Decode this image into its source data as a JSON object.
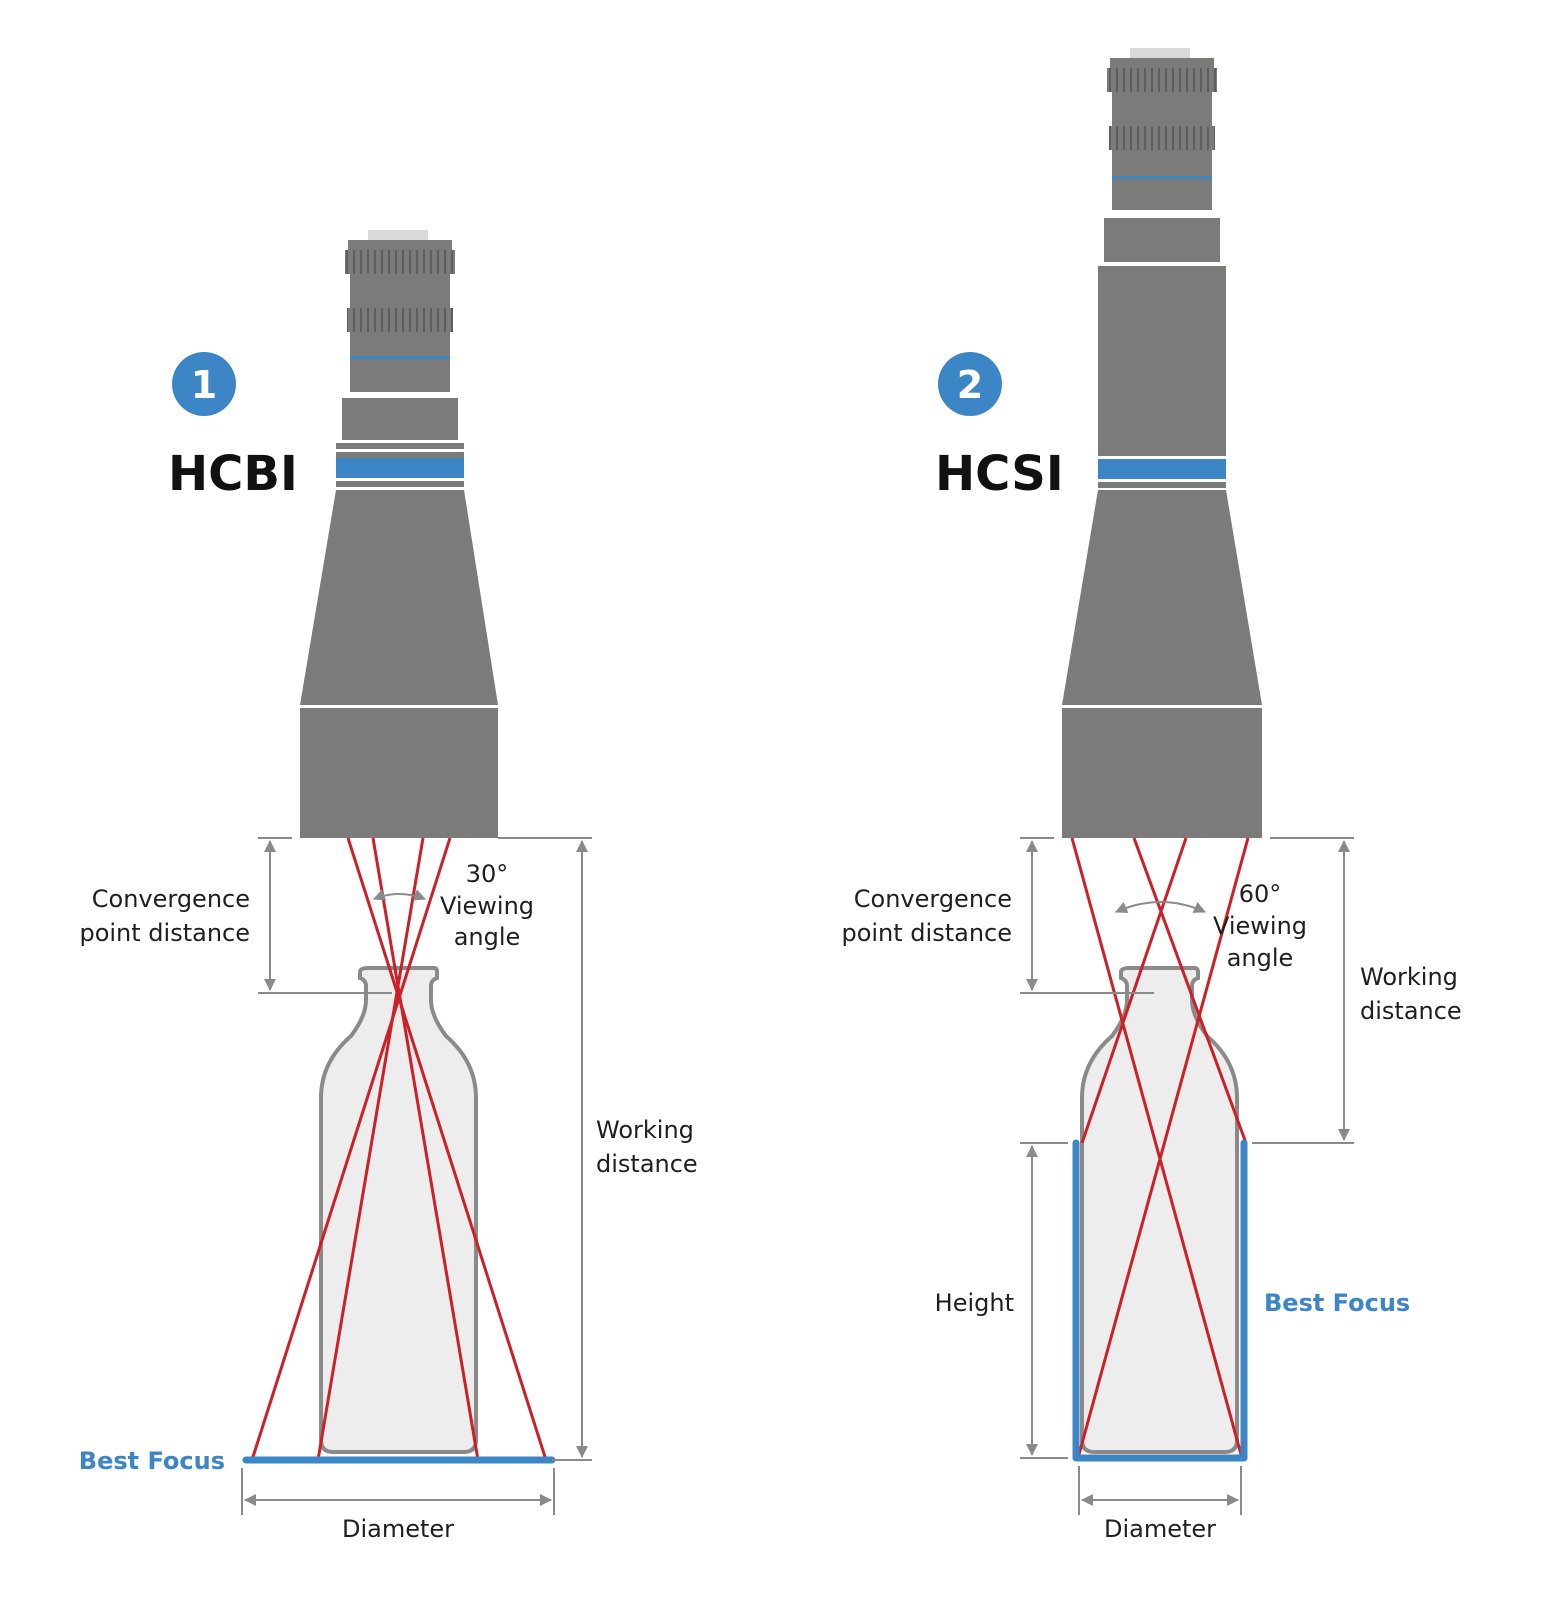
{
  "colors": {
    "lens_body": "#7b7b7a",
    "lens_accent": "#3d86c6",
    "ray": "#cc2027",
    "bottle_fill": "#ededed",
    "bottle_stroke": "#8a8a8a",
    "dimension": "#8a8a8a",
    "badge": "#3d86c6"
  },
  "lenses": [
    {
      "badge": "1",
      "model": "HCBI",
      "angle_value": "30°",
      "angle_label_1": "Viewing",
      "angle_label_2": "angle",
      "convergence_1": "Convergence",
      "convergence_2": "point distance",
      "working_1": "Working",
      "working_2": "distance",
      "best_focus": "Best Focus",
      "diameter": "Diameter"
    },
    {
      "badge": "2",
      "model": "HCSI",
      "angle_value": "60°",
      "angle_label_1": "Viewing",
      "angle_label_2": "angle",
      "convergence_1": "Convergence",
      "convergence_2": "point distance",
      "working_1": "Working",
      "working_2": "distance",
      "height": "Height",
      "best_focus": "Best Focus",
      "diameter": "Diameter"
    }
  ]
}
